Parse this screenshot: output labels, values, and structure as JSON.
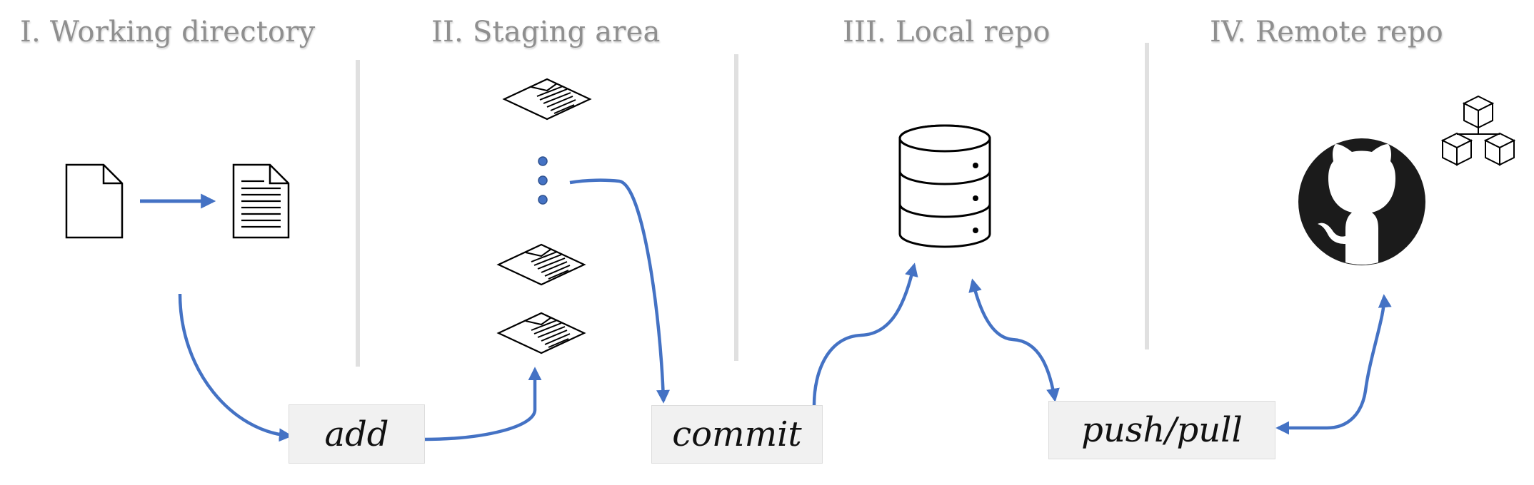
{
  "sections": [
    {
      "title": "I. Working directory"
    },
    {
      "title": "II. Staging area"
    },
    {
      "title": "III. Local repo"
    },
    {
      "title": "IV. Remote repo"
    }
  ],
  "commands": {
    "add": "add",
    "commit": "commit",
    "push_pull": "push/pull"
  },
  "icons": [
    "blank-file-icon",
    "text-file-icon",
    "staged-file-icon",
    "ellipsis-icon",
    "database-icon",
    "github-logo-icon",
    "cubes-icon"
  ],
  "colors": {
    "arrow": "#4472c4",
    "title": "#8f8f8f",
    "divider": "#e0e0e0",
    "command_bg": "#f1f1f1"
  }
}
